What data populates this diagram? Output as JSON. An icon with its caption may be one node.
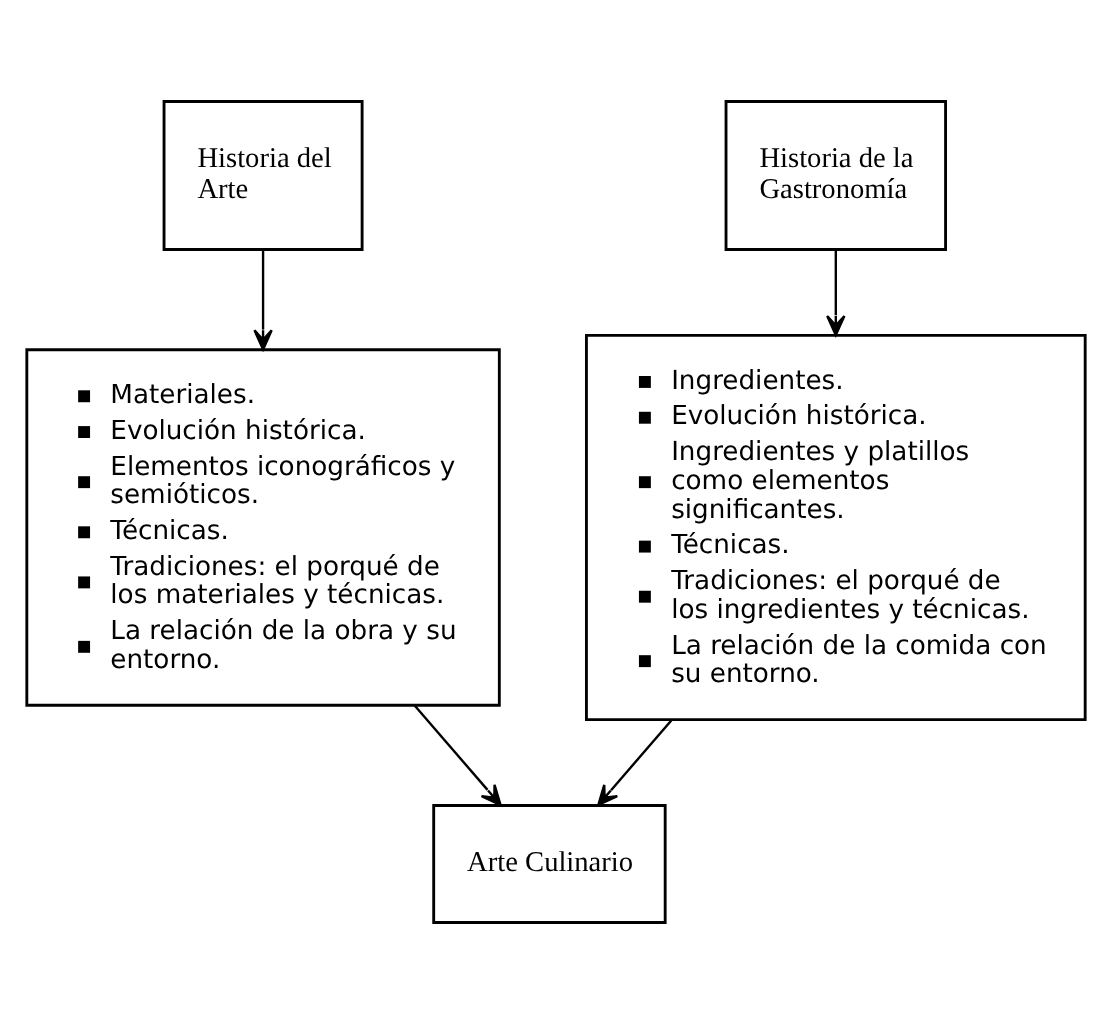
{
  "diagram": {
    "nodes": [
      {
        "text": [
          "Historia del Arte"
        ]
      },
      {
        "text": [
          "Historia de la Gastronomía"
        ]
      },
      {
        "text": [
          "Materiales.",
          "Evolución histórica.",
          "Elementos iconográficos y semióticos.",
          "Técnicas.",
          "Tradiciones: el porqué de los materiales y técnicas.",
          "La relación de la obra y su entorno."
        ]
      },
      {
        "text": [
          "Ingredientes.",
          "Evolución histórica.",
          "Ingredientes y platillos como elementos significantes.",
          "Técnicas.",
          "Tradiciones: el porqué de los ingredientes y técnicas.",
          "La relación de la comida con su entorno."
        ]
      },
      {
        "text": [
          "Arte Culinario"
        ]
      }
    ],
    "edges": [
      {
        "from": 0,
        "to": 2,
        "arrow": "to"
      },
      {
        "from": 1,
        "to": 3,
        "arrow": "to"
      },
      {
        "from": 2,
        "to": 4,
        "arrow": "to"
      },
      {
        "from": 3,
        "to": 4,
        "arrow": "to"
      }
    ]
  }
}
